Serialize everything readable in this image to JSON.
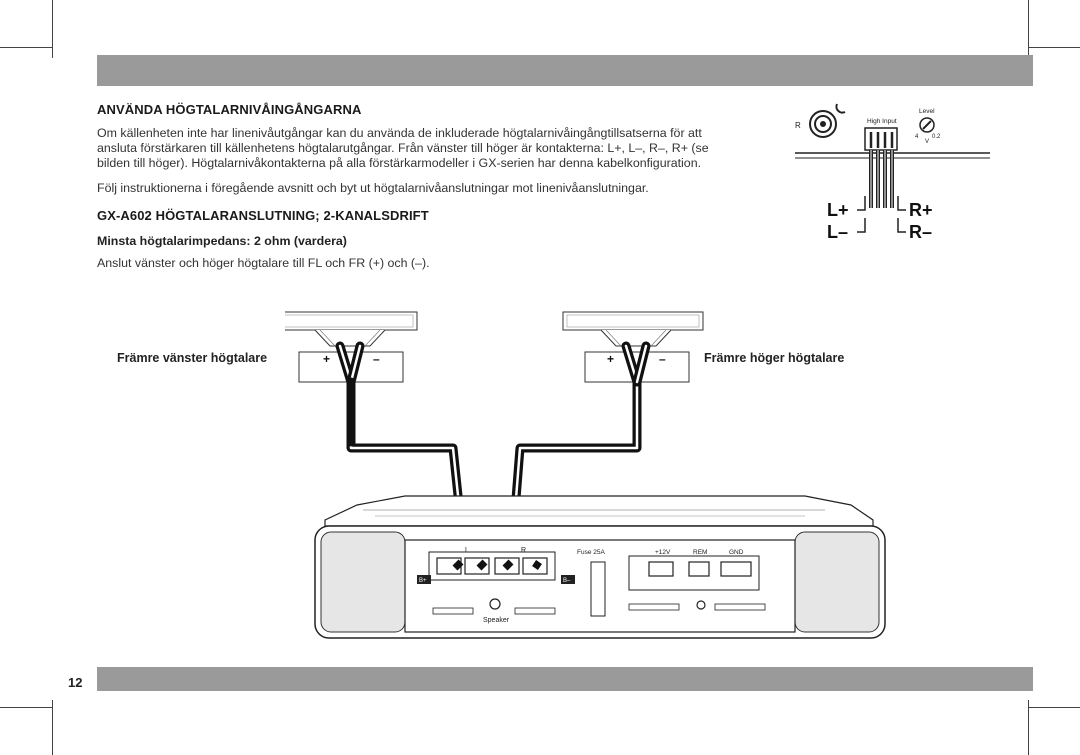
{
  "page": {
    "number": "12"
  },
  "section1": {
    "heading": "ANVÄNDA HÖGTALARNIVÅINGÅNGARNA",
    "para1_line1": "Om källenheten inte har linenivåutgångar kan du använda de inkluderade högtalarnivåingångtillsatserna för att",
    "para1_line2": "ansluta förstärkaren till källenhetens högtalarutgångar. Från vänster till höger är kontakterna: L+, L–, R–, R+ (se",
    "para1_line3": "bilden till höger). Högtalarnivåkontakterna på alla förstärkarmodeller i GX-serien har denna kabelkonfiguration.",
    "para2": "Följ instruktionerna i föregående avsnitt och byt ut högtalarnivåanslutningar mot linenivåanslutningar."
  },
  "section2": {
    "heading": "GX-A602 HÖGTALARANSLUTNING; 2-KANALSDRIFT",
    "subheading": "Minsta högtalarimpedans: 2 ohm (vardera)",
    "para": "Anslut vänster och höger högtalare till FL och FR (+) och (–)."
  },
  "inset": {
    "r_label": "R",
    "high_input": "High Input",
    "level": "Level",
    "level_min": "4",
    "level_max": "0.2",
    "level_unit": "V",
    "lplus": "L+",
    "lminus": "L–",
    "rplus": "R+",
    "rminus": "R–"
  },
  "diagram": {
    "left_speaker_label": "Främre vänster högtalare",
    "right_speaker_label": "Främre höger högtalare",
    "plus": "+",
    "minus": "–",
    "amp_l": "L",
    "amp_r": "R",
    "amp_bplus": "B+",
    "amp_bminus": "B–",
    "fuse": "Fuse 25A",
    "v12": "+12V",
    "rem": "REM",
    "gnd": "GND",
    "speaker": "Speaker"
  }
}
